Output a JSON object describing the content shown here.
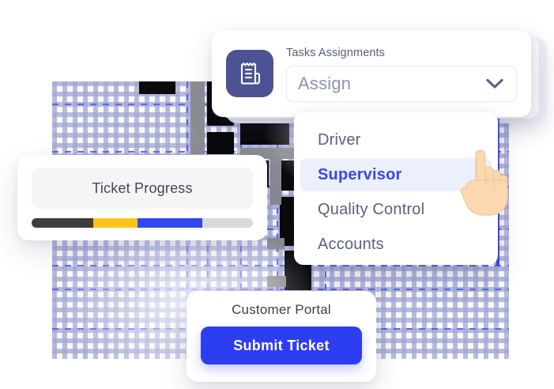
{
  "tasks_card": {
    "icon": "clipboard-document-icon",
    "label": "Tasks Assignments",
    "select_value": "Assign",
    "select_placeholder": "Assign",
    "chevron_icon": "chevron-down-icon",
    "icon_tile_color": "#4c5293"
  },
  "dropdown": {
    "items": [
      {
        "label": "Driver",
        "selected": false
      },
      {
        "label": "Supervisor",
        "selected": true
      },
      {
        "label": "Quality Control",
        "selected": false
      },
      {
        "label": "Accounts",
        "selected": false
      }
    ],
    "selected_value": "Supervisor",
    "highlight_bg": "#eceffc",
    "highlight_text": "#3a46e8"
  },
  "cursor": {
    "icon": "pointing-hand-cursor"
  },
  "ticket_progress": {
    "title": "Ticket Progress",
    "segments": [
      {
        "name": "stage-1",
        "color": "#3d3d3d",
        "percent": 28
      },
      {
        "name": "stage-2",
        "color": "#fcc41a",
        "percent": 20
      },
      {
        "name": "stage-3",
        "color": "#2f46f0",
        "percent": 29
      },
      {
        "name": "stage-remaining",
        "color": "#d9d9dc",
        "percent": 23
      }
    ]
  },
  "customer_portal": {
    "title": "Customer Portal",
    "submit_label": "Submit Ticket",
    "submit_color": "#2d3ef0"
  },
  "background": {
    "name": "map-grid-panel",
    "grid_color": "#5a5ae8",
    "panel_color": "#f8f9fd"
  }
}
